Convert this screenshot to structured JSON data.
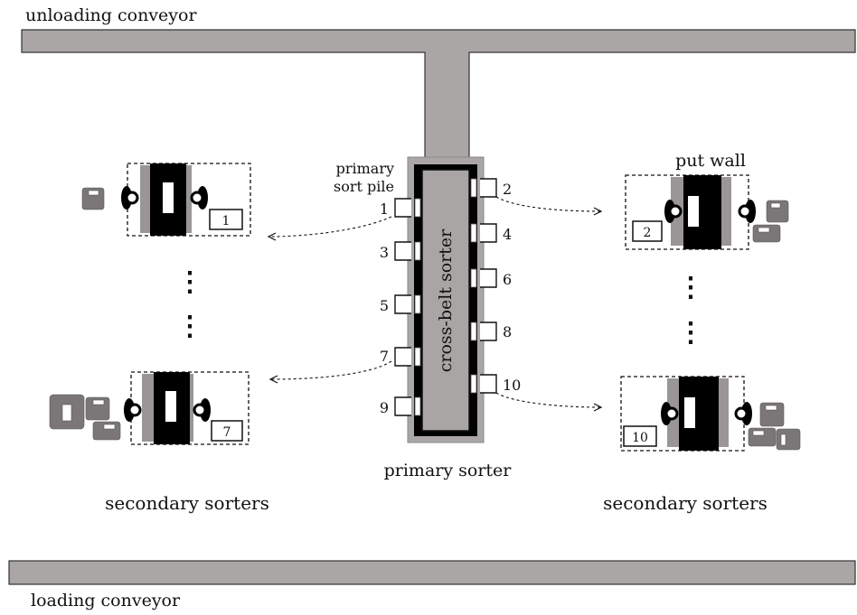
{
  "labels": {
    "unloading_conveyor": "unloading conveyor",
    "loading_conveyor": "loading conveyor",
    "cross_belt_sorter": "cross-belt sorter",
    "primary_sorter": "primary sorter",
    "primary_sort_pile_line1": "primary",
    "primary_sort_pile_line2": "sort pile",
    "put_wall": "put wall",
    "secondary_sorters_left": "secondary sorters",
    "secondary_sorters_right": "secondary sorters",
    "ellipsis": "⋮"
  },
  "piles": {
    "left": [
      "1",
      "3",
      "5",
      "7",
      "9"
    ],
    "right": [
      "2",
      "4",
      "6",
      "8",
      "10"
    ]
  },
  "stations": [
    {
      "id": "top-left",
      "number": "1"
    },
    {
      "id": "bottom-left",
      "number": "7"
    },
    {
      "id": "top-right",
      "number": "2"
    },
    {
      "id": "bottom-right",
      "number": "10"
    }
  ],
  "colors": {
    "conveyor": "#aaa6a6",
    "wall": "#000000",
    "box": "#7b7778"
  }
}
